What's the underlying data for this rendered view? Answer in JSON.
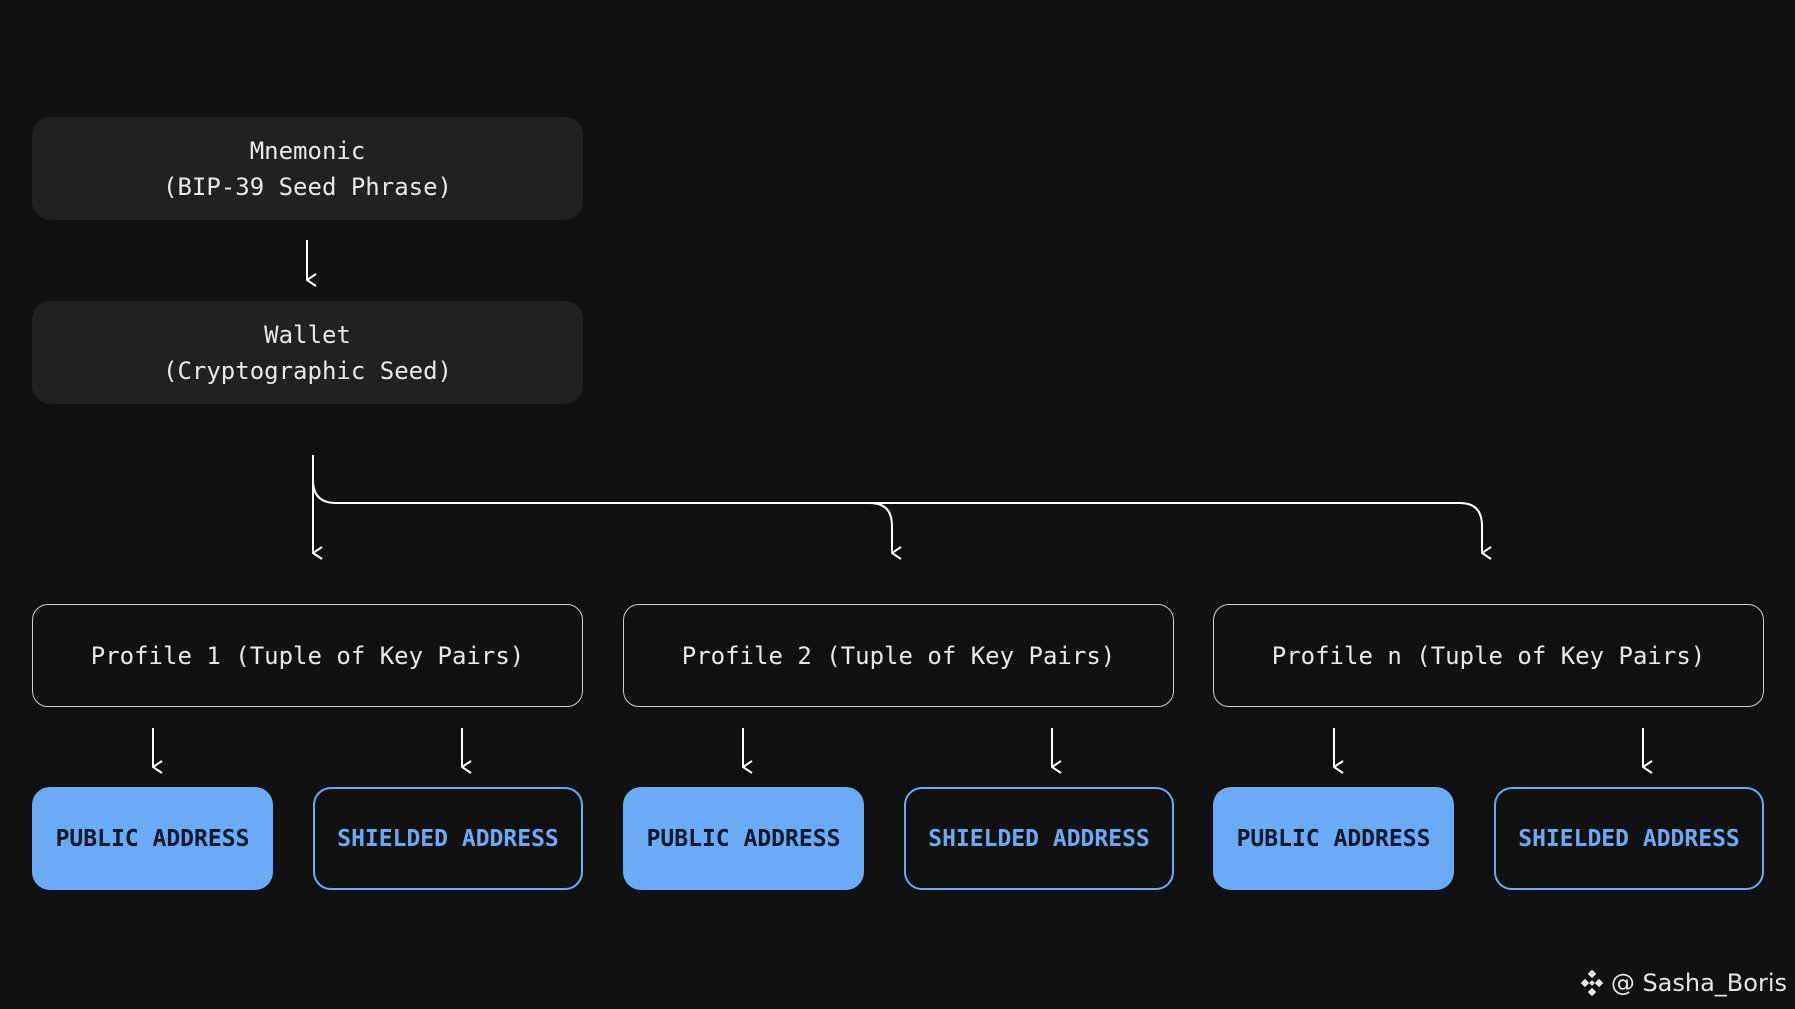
{
  "mnemonic": {
    "line1": "Mnemonic",
    "line2": "(BIP-39 Seed Phrase)"
  },
  "wallet": {
    "line1": "Wallet",
    "line2": "(Cryptographic Seed)"
  },
  "profiles": [
    {
      "label": "Profile 1 (Tuple of Key Pairs)",
      "public_label": "PUBLIC ADDRESS",
      "shielded_label": "SHIELDED ADDRESS"
    },
    {
      "label": "Profile 2 (Tuple of Key Pairs)",
      "public_label": "PUBLIC ADDRESS",
      "shielded_label": "SHIELDED ADDRESS"
    },
    {
      "label": "Profile n (Tuple of Key Pairs)",
      "public_label": "PUBLIC ADDRESS",
      "shielded_label": "SHIELDED ADDRESS"
    }
  ],
  "watermark": {
    "icon": "binance-logo-icon",
    "text": "@ Sasha_Boris"
  },
  "colors": {
    "background": "#111111",
    "filled_box": "#212121",
    "accent_blue": "#6aaaf7",
    "line": "#ffffff"
  }
}
